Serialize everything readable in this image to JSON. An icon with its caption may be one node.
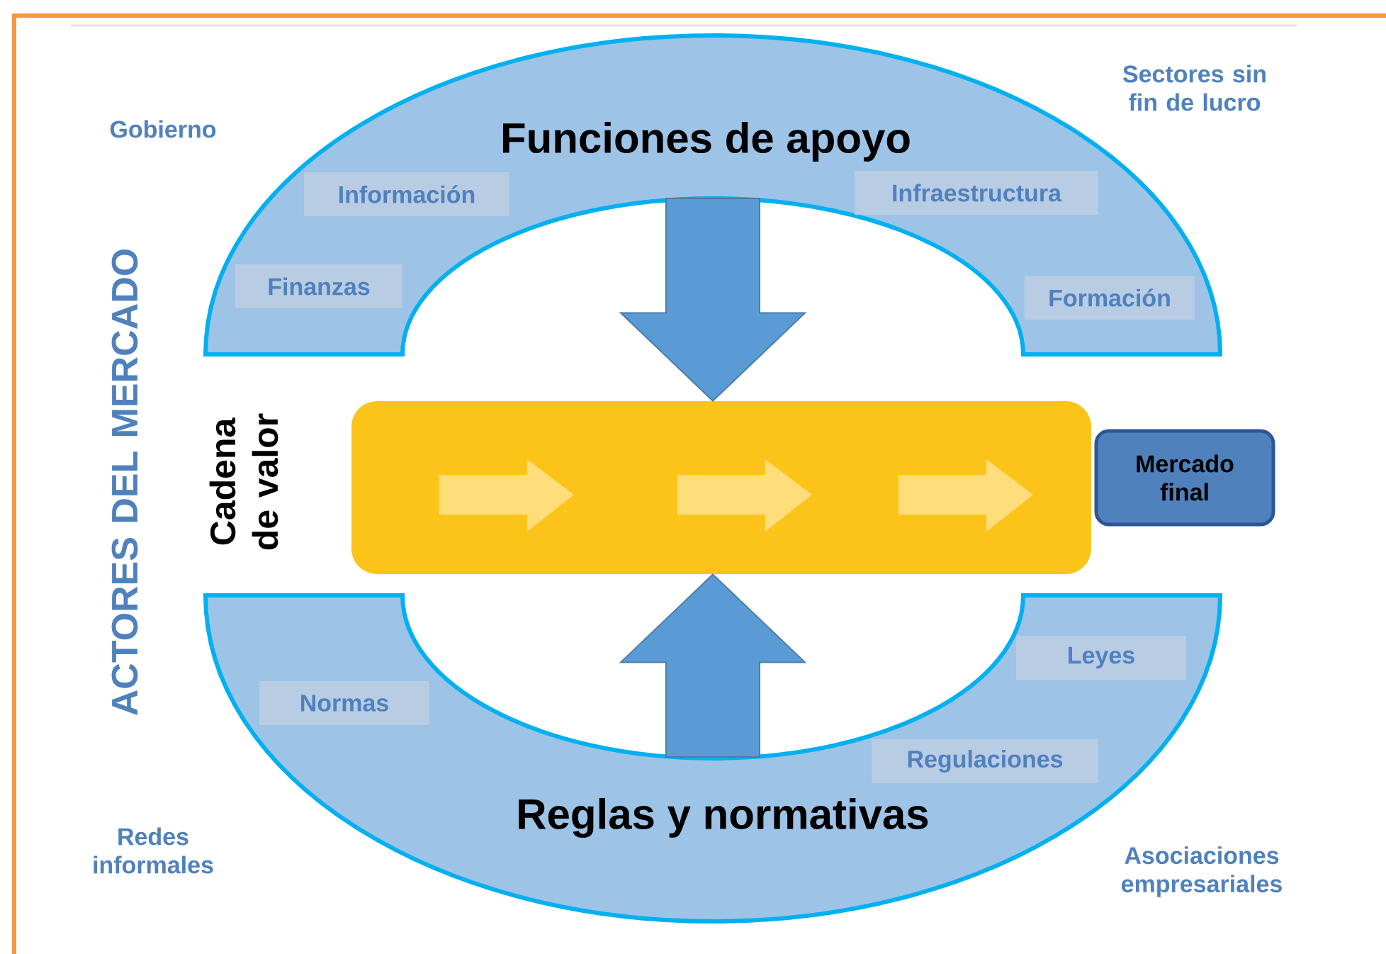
{
  "diagram": {
    "nodes": [
      {
        "text": [
          "Funciones de apoyo"
        ]
      },
      {
        "text": [
          "Información"
        ],
        "in": 0
      },
      {
        "text": [
          "Infraestructura"
        ],
        "in": 0
      },
      {
        "text": [
          "Finanzas"
        ],
        "in": 0
      },
      {
        "text": [
          "Formación"
        ],
        "in": 0
      },
      {
        "text": [],
        "shape": "box",
        "beside": [
          "Cadena de valor"
        ]
      },
      {
        "text": [
          "Mercado final"
        ]
      },
      {
        "text": [
          "Reglas y normativas"
        ]
      },
      {
        "text": [
          "Normas"
        ],
        "in": 7
      },
      {
        "text": [
          "Leyes"
        ],
        "in": 7
      },
      {
        "text": [
          "Regulaciones"
        ],
        "in": 7
      }
    ],
    "edges": [
      {
        "from": 0,
        "to": 5,
        "arrow": "to"
      },
      {
        "from": 7,
        "to": 5,
        "arrow": "to"
      }
    ],
    "labels": [
      "Sectores sin fin de lucro",
      "Gobierno",
      "ACTORES DEL MERCADO",
      "Redes informales",
      "Asociaciones empresariales"
    ]
  }
}
